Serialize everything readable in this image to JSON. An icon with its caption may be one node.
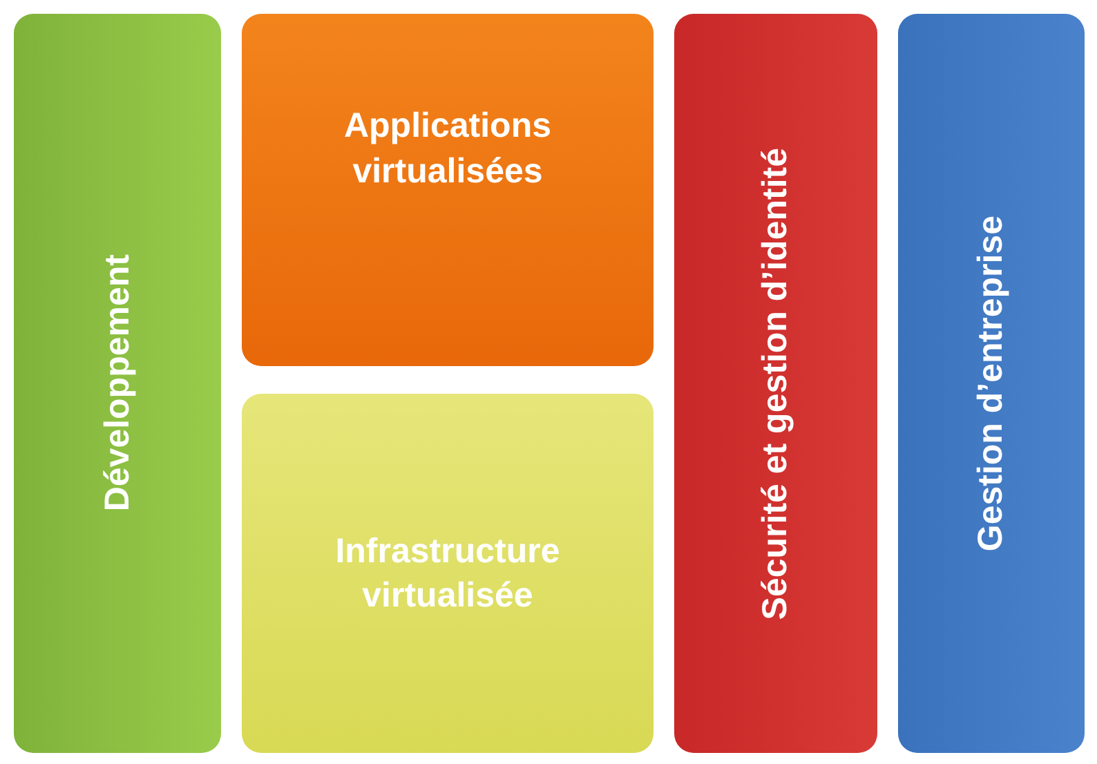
{
  "diagram": {
    "nodes": [
      {
        "text": [
          "Développement"
        ]
      },
      {
        "text": [
          "Applications virtualisées"
        ]
      },
      {
        "text": [
          "Infrastructure virtualisée"
        ]
      },
      {
        "text": [
          "Sécurité et gestion d’identité"
        ]
      },
      {
        "text": [
          "Gestion d’entreprise"
        ]
      }
    ]
  }
}
